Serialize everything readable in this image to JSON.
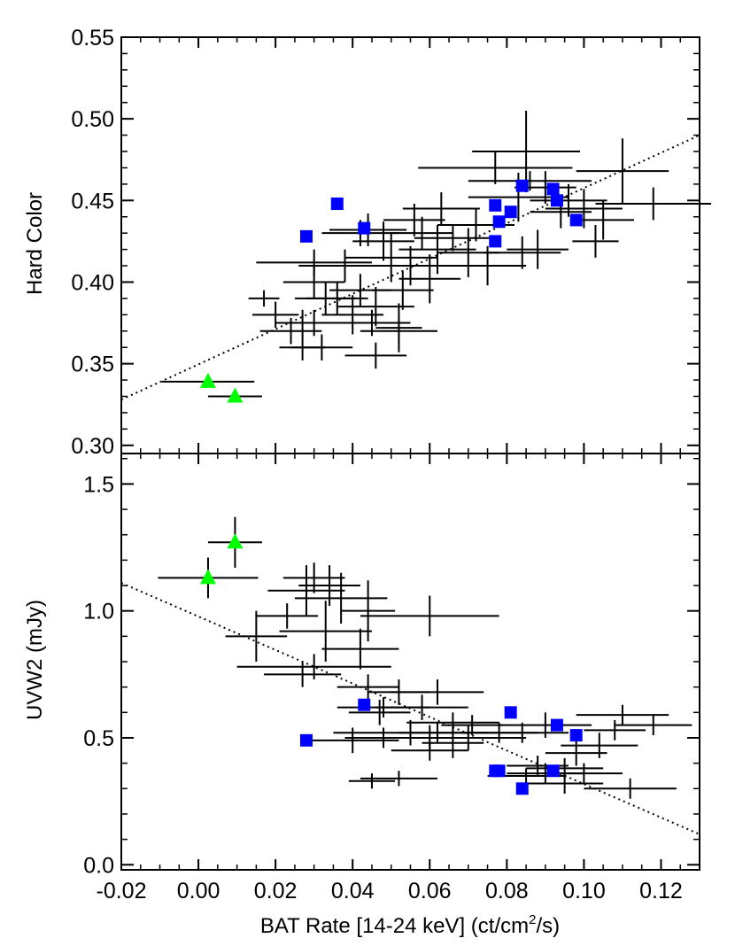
{
  "chart_data": [
    {
      "type": "scatter",
      "panel": "top",
      "ylabel": "Hard Color",
      "xlim": [
        -0.02,
        0.13
      ],
      "ylim": [
        0.295,
        0.55
      ],
      "yticks": [
        0.3,
        0.35,
        0.4,
        0.45,
        0.5,
        0.55
      ],
      "ytick_labels": [
        "0.30",
        "0.35",
        "0.40",
        "0.45",
        "0.50",
        "0.55"
      ],
      "fit_line": {
        "style": "dotted",
        "x": [
          -0.02,
          0.13
        ],
        "y": [
          0.328,
          0.49
        ]
      },
      "series": [
        {
          "marker": "cross",
          "color": "#000000",
          "points": [
            [
              0.083,
              0.452,
              0.013,
              0.015
            ],
            [
              0.086,
              0.462,
              0.016,
              0.006
            ],
            [
              0.09,
              0.458,
              0.008,
              0.01
            ],
            [
              0.077,
              0.47,
              0.02,
              0.01
            ],
            [
              0.085,
              0.48,
              0.014,
              0.025
            ],
            [
              0.11,
              0.468,
              0.012,
              0.02
            ],
            [
              0.118,
              0.448,
              0.015,
              0.01
            ],
            [
              0.105,
              0.438,
              0.008,
              0.012
            ],
            [
              0.1,
              0.445,
              0.01,
              0.012
            ],
            [
              0.096,
              0.45,
              0.01,
              0.01
            ],
            [
              0.094,
              0.443,
              0.008,
              0.01
            ],
            [
              0.103,
              0.425,
              0.006,
              0.01
            ],
            [
              0.088,
              0.42,
              0.008,
              0.012
            ],
            [
              0.084,
              0.418,
              0.01,
              0.01
            ],
            [
              0.066,
              0.427,
              0.01,
              0.008
            ],
            [
              0.07,
              0.418,
              0.008,
              0.015
            ],
            [
              0.062,
              0.42,
              0.01,
              0.015
            ],
            [
              0.058,
              0.43,
              0.008,
              0.01
            ],
            [
              0.055,
              0.41,
              0.01,
              0.012
            ],
            [
              0.05,
              0.415,
              0.012,
              0.015
            ],
            [
              0.048,
              0.425,
              0.008,
              0.012
            ],
            [
              0.06,
              0.402,
              0.008,
              0.015
            ],
            [
              0.053,
              0.395,
              0.008,
              0.012
            ],
            [
              0.052,
              0.372,
              0.006,
              0.015
            ],
            [
              0.046,
              0.385,
              0.01,
              0.012
            ],
            [
              0.042,
              0.395,
              0.008,
              0.01
            ],
            [
              0.04,
              0.38,
              0.008,
              0.012
            ],
            [
              0.038,
              0.41,
              0.012,
              0.01
            ],
            [
              0.036,
              0.39,
              0.008,
              0.01
            ],
            [
              0.033,
              0.39,
              0.008,
              0.01
            ],
            [
              0.03,
              0.4,
              0.008,
              0.01
            ],
            [
              0.027,
              0.375,
              0.006,
              0.008
            ],
            [
              0.03,
              0.375,
              0.01,
              0.008
            ],
            [
              0.03,
              0.412,
              0.015,
              0.008
            ],
            [
              0.02,
              0.38,
              0.006,
              0.008
            ],
            [
              0.024,
              0.37,
              0.008,
              0.008
            ],
            [
              0.027,
              0.36,
              0.006,
              0.008
            ],
            [
              0.032,
              0.36,
              0.008,
              0.008
            ],
            [
              0.045,
              0.375,
              0.01,
              0.008
            ],
            [
              0.052,
              0.37,
              0.01,
              0.008
            ],
            [
              0.046,
              0.355,
              0.008,
              0.008
            ],
            [
              0.017,
              0.39,
              0.004,
              0.005
            ],
            [
              0.042,
              0.43,
              0.01,
              0.008
            ],
            [
              0.044,
              0.432,
              0.01,
              0.01
            ],
            [
              0.056,
              0.438,
              0.008,
              0.01
            ],
            [
              0.063,
              0.445,
              0.01,
              0.01
            ],
            [
              0.072,
              0.435,
              0.01,
              0.01
            ],
            [
              0.075,
              0.41,
              0.01,
              0.012
            ]
          ]
        },
        {
          "marker": "square",
          "color": "#0000ff",
          "points": [
            [
              0.028,
              0.428
            ],
            [
              0.036,
              0.448
            ],
            [
              0.043,
              0.433
            ],
            [
              0.077,
              0.447
            ],
            [
              0.078,
              0.437
            ],
            [
              0.077,
              0.425
            ],
            [
              0.081,
              0.443
            ],
            [
              0.084,
              0.459
            ],
            [
              0.092,
              0.457
            ],
            [
              0.093,
              0.45
            ],
            [
              0.098,
              0.438
            ]
          ]
        },
        {
          "marker": "triangle",
          "color": "#00ff00",
          "points": [
            [
              0.0025,
              0.339,
              0.012,
              0.0
            ],
            [
              0.0095,
              0.33,
              0.007,
              0.0
            ]
          ]
        }
      ]
    },
    {
      "type": "scatter",
      "panel": "bottom",
      "ylabel": "UVW2 (mJy)",
      "xlabel_main": "BAT Rate [14-24 keV] (ct/cm",
      "xlabel_sup": "2",
      "xlabel_end": "/s)",
      "xlim": [
        -0.02,
        0.13
      ],
      "ylim": [
        -0.02,
        1.62
      ],
      "xticks": [
        -0.02,
        0.0,
        0.02,
        0.04,
        0.06,
        0.08,
        0.1,
        0.12
      ],
      "xtick_labels": [
        "-0.02",
        "0.00",
        "0.02",
        "0.04",
        "0.06",
        "0.08",
        "0.10",
        "0.12"
      ],
      "yticks": [
        0.0,
        0.5,
        1.0,
        1.5
      ],
      "ytick_labels": [
        "0.0",
        "0.5",
        "1.0",
        "1.5"
      ],
      "fit_line": {
        "style": "dotted",
        "x": [
          -0.02,
          0.13
        ],
        "y": [
          1.11,
          0.12
        ]
      },
      "series": [
        {
          "marker": "cross",
          "color": "#000000",
          "points": [
            [
              0.03,
              1.13,
              0.008,
              0.06
            ],
            [
              0.034,
              1.1,
              0.008,
              0.08
            ],
            [
              0.028,
              1.08,
              0.01,
              0.1
            ],
            [
              0.037,
              1.05,
              0.012,
              0.1
            ],
            [
              0.044,
              1.0,
              0.007,
              0.12
            ],
            [
              0.06,
              0.98,
              0.018,
              0.08
            ],
            [
              0.023,
              0.98,
              0.008,
              0.05
            ],
            [
              0.015,
              0.9,
              0.008,
              0.1
            ],
            [
              0.033,
              0.92,
              0.012,
              0.12
            ],
            [
              0.042,
              0.85,
              0.01,
              0.08
            ],
            [
              0.03,
              0.78,
              0.02,
              0.05
            ],
            [
              0.027,
              0.75,
              0.01,
              0.05
            ],
            [
              0.044,
              0.7,
              0.008,
              0.05
            ],
            [
              0.052,
              0.68,
              0.008,
              0.05
            ],
            [
              0.062,
              0.68,
              0.012,
              0.05
            ],
            [
              0.048,
              0.62,
              0.012,
              0.04
            ],
            [
              0.058,
              0.62,
              0.012,
              0.05
            ],
            [
              0.047,
              0.6,
              0.008,
              0.05
            ],
            [
              0.066,
              0.56,
              0.012,
              0.04
            ],
            [
              0.055,
              0.52,
              0.02,
              0.05
            ],
            [
              0.06,
              0.5,
              0.02,
              0.05
            ],
            [
              0.07,
              0.5,
              0.015,
              0.05
            ],
            [
              0.071,
              0.55,
              0.008,
              0.04
            ],
            [
              0.066,
              0.48,
              0.008,
              0.06
            ],
            [
              0.04,
              0.49,
              0.012,
              0.05
            ],
            [
              0.048,
              0.5,
              0.01,
              0.04
            ],
            [
              0.062,
              0.52,
              0.01,
              0.04
            ],
            [
              0.078,
              0.52,
              0.01,
              0.04
            ],
            [
              0.084,
              0.52,
              0.012,
              0.04
            ],
            [
              0.09,
              0.55,
              0.012,
              0.05
            ],
            [
              0.11,
              0.59,
              0.012,
              0.04
            ],
            [
              0.118,
              0.55,
              0.01,
              0.04
            ],
            [
              0.108,
              0.53,
              0.008,
              0.04
            ],
            [
              0.104,
              0.47,
              0.01,
              0.05
            ],
            [
              0.098,
              0.44,
              0.008,
              0.05
            ],
            [
              0.095,
              0.38,
              0.01,
              0.04
            ],
            [
              0.1,
              0.36,
              0.01,
              0.04
            ],
            [
              0.088,
              0.39,
              0.008,
              0.04
            ],
            [
              0.09,
              0.36,
              0.01,
              0.04
            ],
            [
              0.112,
              0.3,
              0.012,
              0.04
            ],
            [
              0.095,
              0.32,
              0.01,
              0.04
            ],
            [
              0.085,
              0.35,
              0.01,
              0.03
            ],
            [
              0.052,
              0.34,
              0.01,
              0.03
            ],
            [
              0.045,
              0.33,
              0.006,
              0.03
            ],
            [
              0.06,
              0.45,
              0.01,
              0.04
            ]
          ]
        },
        {
          "marker": "square",
          "color": "#0000ff",
          "points": [
            [
              0.028,
              0.49
            ],
            [
              0.043,
              0.63
            ],
            [
              0.081,
              0.6
            ],
            [
              0.093,
              0.55
            ],
            [
              0.098,
              0.51
            ],
            [
              0.077,
              0.37
            ],
            [
              0.078,
              0.37
            ],
            [
              0.084,
              0.3
            ],
            [
              0.092,
              0.37
            ]
          ]
        },
        {
          "marker": "triangle",
          "color": "#00ff00",
          "points": [
            [
              0.0025,
              1.13,
              0.013,
              0.08
            ],
            [
              0.0095,
              1.27,
              0.007,
              0.1
            ]
          ]
        }
      ]
    }
  ]
}
